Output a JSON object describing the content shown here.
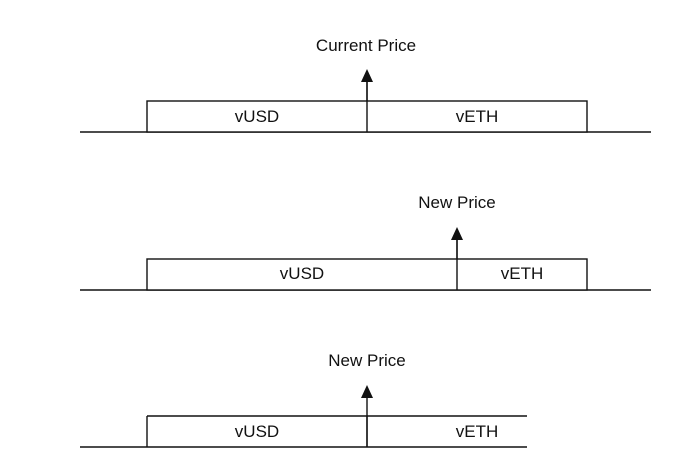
{
  "panels": [
    {
      "price_label": "Current Price",
      "left_label": "vUSD",
      "right_label": "vETH"
    },
    {
      "price_label": "New Price",
      "left_label": "vUSD",
      "right_label": "vETH"
    },
    {
      "price_label": "New Price",
      "left_label": "vUSD",
      "right_label": "vETH"
    }
  ],
  "colors": {
    "stroke": "#111111",
    "background": "#ffffff"
  }
}
